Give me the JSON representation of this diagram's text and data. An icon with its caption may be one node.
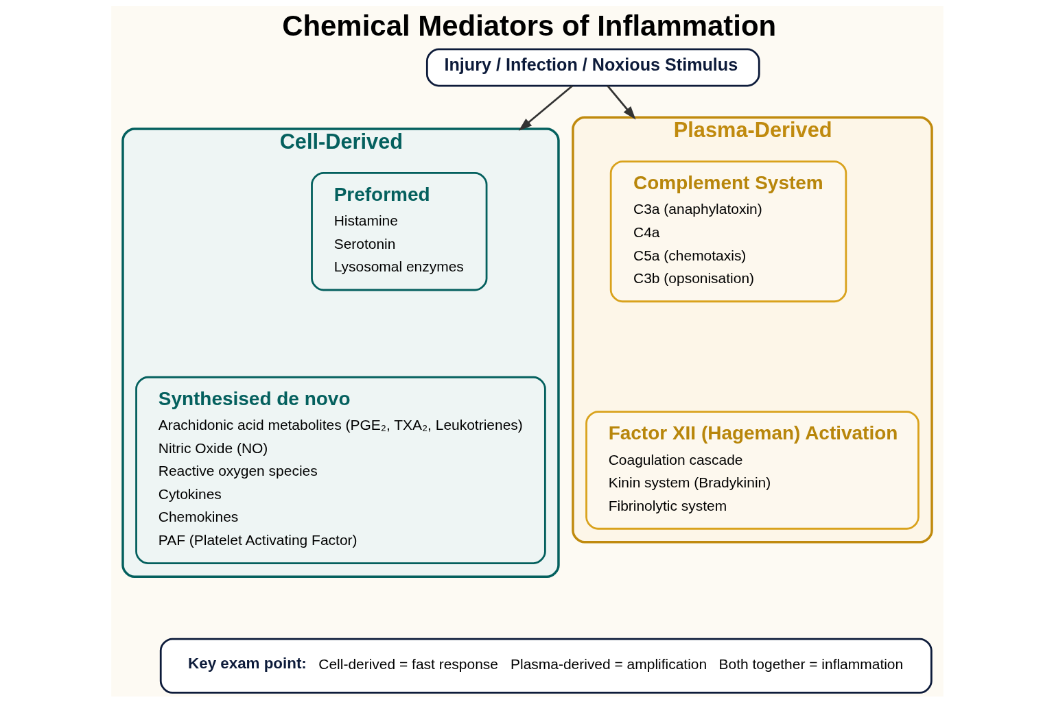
{
  "diagram": {
    "title": "Chemical Mediators of Inflammation",
    "nodes": [
      {
        "text": [
          "Injury / Infection / Noxious Stimulus"
        ]
      },
      {
        "text": [
          "Cell-Derived"
        ]
      },
      {
        "text": [
          "Preformed",
          "Histamine",
          "Serotonin",
          "Lysosomal enzymes"
        ],
        "in": 1
      },
      {
        "text": [
          "Synthesised de novo",
          "Arachidonic acid metabolites (PGE₂, TXA₂, Leukotrienes)",
          "Nitric Oxide (NO)",
          "Reactive oxygen species",
          "Cytokines",
          "Chemokines",
          "PAF (Platelet Activating Factor)"
        ],
        "in": 1
      },
      {
        "text": [
          "Plasma-Derived"
        ]
      },
      {
        "text": [
          "Complement System",
          "C3a (anaphylatoxin)",
          "C4a",
          "C5a (chemotaxis)",
          "C3b (opsonisation)"
        ],
        "in": 4
      },
      {
        "text": [
          "Factor XII (Hageman) Activation",
          "Coagulation cascade",
          "Kinin system (Bradykinin)",
          "Fibrinolytic system"
        ],
        "in": 4
      },
      {
        "text": [
          "Key exam point:",
          "Cell-derived = fast response",
          "Plasma-derived = amplification",
          "Both together = inflammation"
        ]
      }
    ],
    "edges": [
      {
        "from": 0,
        "to": 1,
        "arrow": "to"
      },
      {
        "from": 0,
        "to": 4,
        "arrow": "to"
      }
    ]
  }
}
